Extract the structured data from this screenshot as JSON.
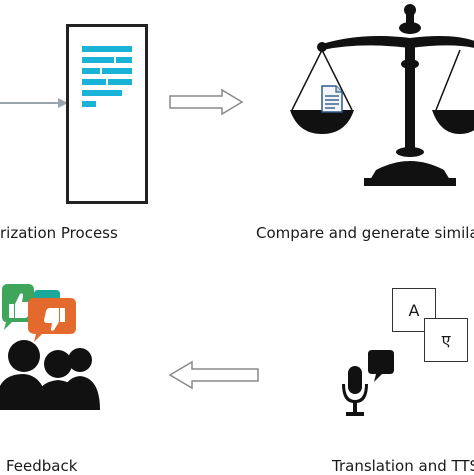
{
  "stages": {
    "summarization": {
      "label": "rization Process"
    },
    "compare": {
      "label": "Compare and generate similari"
    },
    "feedback": {
      "label": "Feedback"
    },
    "translation": {
      "label": "Translation and TTS"
    }
  },
  "translation_cards": {
    "english": "A",
    "hindi": "ए"
  },
  "colors": {
    "document_text": "#1ab3d8",
    "arrow_gray": "#8a8a8a",
    "thumb_green": "#3fa55a",
    "bubble_teal": "#1aa89a",
    "bubble_orange": "#e36a2c",
    "silhouette": "#111111"
  }
}
